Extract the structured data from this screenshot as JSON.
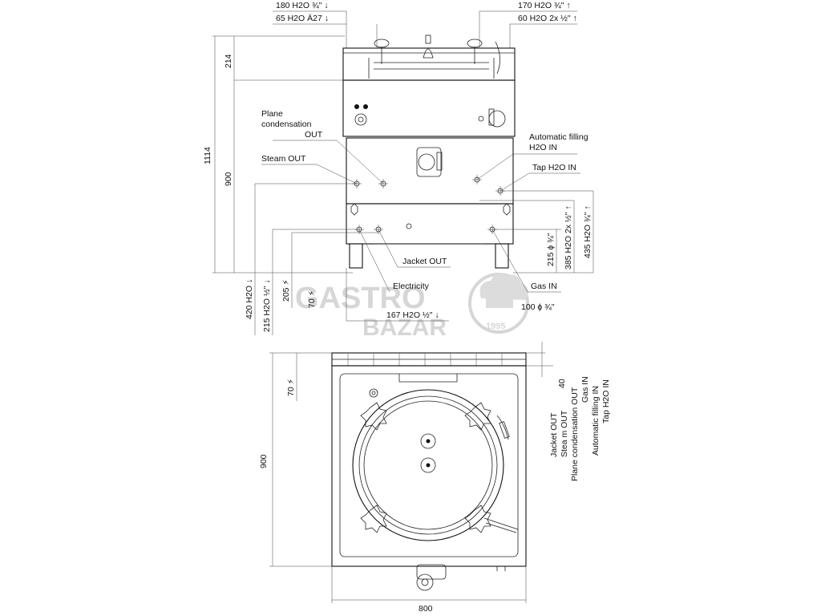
{
  "front_view": {
    "top_left_labels": [
      "180 H2O ¾\" ↓",
      "65 H2O Ä27 ↓"
    ],
    "top_right_labels": [
      "170 H2O ¾\" ↑",
      "60 H2O 2x ½\" ↑"
    ],
    "callouts": {
      "plane_condensation_line1": "Plane",
      "plane_condensation_line2": "condensation",
      "plane_condensation_line3": "OUT",
      "steam_out": "Steam OUT",
      "automatic_filling_line1": "Automatic filling",
      "automatic_filling_line2": "H2O IN",
      "tap_h2o_in": "Tap H2O IN",
      "jacket_out": "Jacket OUT",
      "electricity": "Electricity",
      "gas_in": "Gas IN",
      "bottom_center": "167 H2O ½\" ↓",
      "bottom_right": "100 ɸ ¾\""
    },
    "left_dims": {
      "total_height": "1114",
      "lid_height": "214",
      "body_height": "900",
      "h420": "420 H2O ↓",
      "h215": "215 H2O ½\" ↓",
      "h205": "205 ⚡",
      "h70": "70 ⚡"
    },
    "right_dims": {
      "d215": "215 ɸ ¾\"",
      "d385": "385 H2O 2x ½\" ↑",
      "d435": "435 H2O ¾\" ↑"
    }
  },
  "top_view": {
    "left_dims": {
      "depth": "900",
      "d70": "70 ⚡"
    },
    "width": "800",
    "right_dim": "40",
    "legend": [
      "Jacket OUT",
      "Stea m OUT",
      "Plane condensation OUT",
      "Gas IN",
      "Automatic filling IN",
      "Tap H2O IN"
    ]
  },
  "watermark": {
    "line1": "GASTRO",
    "line2": "BAZAR",
    "year": "1995"
  }
}
